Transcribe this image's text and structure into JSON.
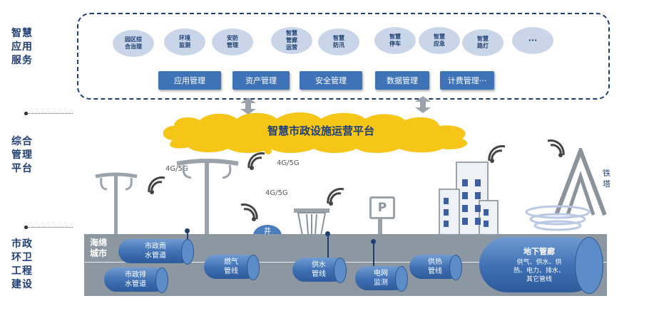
{
  "sections": {
    "service_label": "智慧\n应用\n服务",
    "platform_label": "综合\n管理\n平台",
    "municipal_label": "市政\n环卫\n工程\n建设"
  },
  "apps": [
    "园区综\n合治理",
    "环境\n监测",
    "安防\n管理",
    "智慧\n管廊\n运营",
    "智慧\n防汛",
    "智慧\n停车",
    "智慧\n应急",
    "智慧\n路灯",
    "···"
  ],
  "management": [
    "应用管理",
    "资产管理",
    "安全管理",
    "数据管理",
    "计费管理···"
  ],
  "platform_title": "智慧市政设施运营平台",
  "network_labels": [
    "4G/5G",
    "4G/5G",
    "4G/5G"
  ],
  "tower_label": "铁\n塔",
  "city_label": "海绵\n城市",
  "pipes": {
    "rain": "市政雨\n水管道",
    "drain": "市政排\n水管道",
    "gas": "燃气\n管线",
    "water_supply": "供水\n管线",
    "power_grid": "电网\n监测",
    "heat": "供热\n管线",
    "tunnel_title": "地下管廊",
    "tunnel_desc": "供气、供水、供\n热、电力、排水、\n其它管线",
    "manhole": "井\n盖"
  },
  "parking_sign": "P",
  "colors": {
    "primary": "#1f3f73",
    "button": "#3f73b7",
    "cloud": "#f5c518",
    "ground": "#8c97a2",
    "pipe": "#3e6fb3"
  }
}
